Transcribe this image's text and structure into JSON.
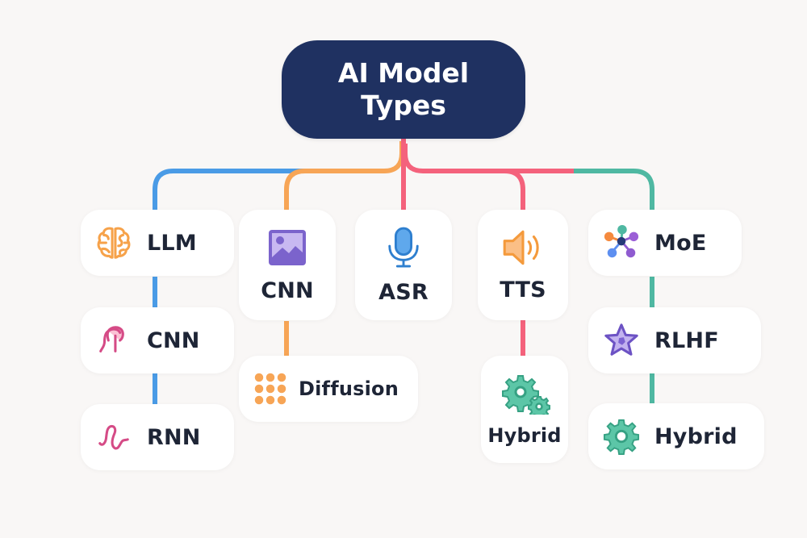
{
  "root": {
    "title_line1": "AI Model",
    "title_line2": "Types",
    "color": "#1f3161"
  },
  "colors": {
    "blue": "#4a9be6",
    "orange": "#f7a556",
    "pink": "#f4627c",
    "teal": "#4fb8a2",
    "text": "#1e2536",
    "background": "#f9f7f6"
  },
  "branches": [
    {
      "color": "#4a9be6",
      "nodes": [
        {
          "label": "LLM",
          "icon": "brain-icon"
        },
        {
          "label": "CNN",
          "icon": "squiggle-neuron-icon"
        },
        {
          "label": "RNN",
          "icon": "wave-squiggle-icon"
        }
      ]
    },
    {
      "color": "#f7a556",
      "nodes": [
        {
          "label": "CNN",
          "icon": "image-icon"
        },
        {
          "label": "Diffusion",
          "icon": "dot-grid-icon"
        }
      ]
    },
    {
      "color": "#f4627c",
      "nodes": [
        {
          "label": "ASR",
          "icon": "microphone-icon"
        }
      ]
    },
    {
      "color": "#f4627c",
      "nodes": [
        {
          "label": "TTS",
          "icon": "speaker-icon"
        },
        {
          "label": "Hybrid",
          "icon": "gears-icon"
        }
      ]
    },
    {
      "color": "#4fb8a2",
      "nodes": [
        {
          "label": "MoE",
          "icon": "network-hub-icon"
        },
        {
          "label": "RLHF",
          "icon": "star-icon"
        },
        {
          "label": "Hybrid",
          "icon": "gear-icon"
        }
      ]
    }
  ]
}
